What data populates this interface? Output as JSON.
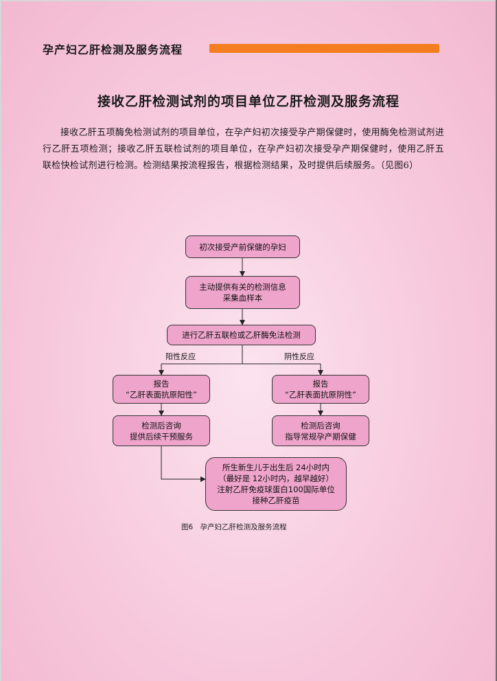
{
  "header": {
    "title": "孕产妇乙肝检测及服务流程",
    "accent": "#f47d20"
  },
  "section": {
    "title": "接收乙肝检测试剂的项目单位乙肝检测及服务流程",
    "paragraph": "接收乙肝五项酶免检测试剂的项目单位，在孕产妇初次接受孕产期保健时，使用酶免检测试剂进行乙肝五项检测；接收乙肝五联检试剂的项目单位，在孕产妇初次接受孕产期保健时，使用乙肝五联检快检试剂进行检测。检测结果按流程报告，根据检测结果，及时提供后续服务。（见图6）"
  },
  "flowchart": {
    "node_color": "#efa4cc",
    "nodes": {
      "start": {
        "l1": "初次接受产前保健的孕妇"
      },
      "info": {
        "l1": "主动提供有关的检测信息",
        "l2": "采集血样本"
      },
      "test": {
        "l1": "进行乙肝五联检或乙肝酶免法检测"
      },
      "report_pos": {
        "l1": "报告",
        "l2": "“乙肝表面抗原阳性”"
      },
      "report_neg": {
        "l1": "报告",
        "l2": "“乙肝表面抗原阴性”"
      },
      "counsel_pos": {
        "l1": "检测后咨询",
        "l2": "提供后续干预服务"
      },
      "counsel_neg": {
        "l1": "检测后咨询",
        "l2": "指导常规孕产期保健"
      },
      "newborn": {
        "l1": "所生新生儿于出生后 24小时内",
        "l2": "（最好是 12小时内，越早越好）",
        "l3": "注射乙肝免疫球蛋白100国际单位",
        "l4": "接种乙肝疫苗"
      }
    },
    "edge_labels": {
      "positive": "阳性反应",
      "negative": "阴性反应"
    }
  },
  "caption": "图6　孕产妇乙肝检测及服务流程"
}
